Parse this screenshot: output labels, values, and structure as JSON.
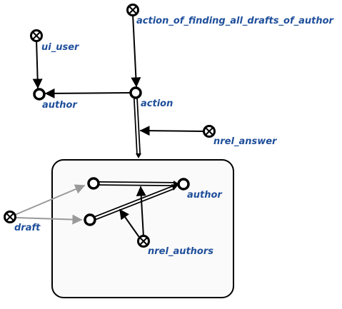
{
  "theme": {
    "label_color": "#1f4f9b",
    "edge_color": "#000000",
    "faded_edge_color": "#999999",
    "contour_fill": "#fafafa"
  },
  "nodes": {
    "action_of_finding": {
      "label": "action_of_finding_all_drafts_of_author",
      "kind": "class-const-icon"
    },
    "ui_user": {
      "label": "ui_user",
      "kind": "class-const-icon"
    },
    "author_top": {
      "label": "author",
      "kind": "variable-node"
    },
    "action": {
      "label": "action",
      "kind": "variable-node"
    },
    "nrel_answer": {
      "label": "nrel_answer",
      "kind": "relation-const-icon"
    },
    "pair_source": {
      "label": "",
      "kind": "variable-node"
    },
    "author_inner": {
      "label": "author",
      "kind": "variable-node"
    },
    "pair_target": {
      "label": "",
      "kind": "variable-node"
    },
    "draft": {
      "label": "draft",
      "kind": "class-const-icon"
    },
    "nrel_authors": {
      "label": "nrel_authors",
      "kind": "relation-const-icon"
    }
  }
}
